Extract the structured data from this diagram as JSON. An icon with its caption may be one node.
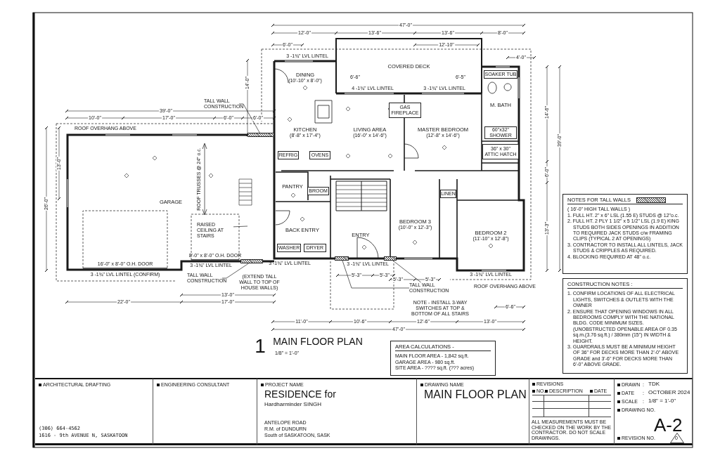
{
  "diagram": {
    "nodes": [
      {
        "text": [
          "DINING",
          "(10'-10\" x 8'-0\")"
        ]
      },
      {
        "text": [
          "COVERED DECK"
        ]
      },
      {
        "text": [
          "LIVING AREA",
          "(16'-0\" x 14'-6\")"
        ]
      },
      {
        "text": [
          "MASTER BEDROOM",
          "(12'-8\" x 14'-6\")"
        ]
      },
      {
        "text": [
          "M. BATH"
        ]
      },
      {
        "text": [
          "SOAKER TUB"
        ],
        "in": 4
      },
      {
        "text": [
          "60\"x32\" SHOWER"
        ],
        "in": 4
      },
      {
        "text": [
          "36\" x 30\" ATTIC HATCH"
        ]
      },
      {
        "text": [
          "GAS FIREPLACE"
        ]
      },
      {
        "text": [
          "KITCHEN",
          "(8'-8\" x 17'-4\")"
        ]
      },
      {
        "text": [
          "REFRIG"
        ],
        "in": 9
      },
      {
        "text": [
          "OVENS"
        ],
        "in": 9
      },
      {
        "text": [
          "GARAGE"
        ]
      },
      {
        "text": [
          "PANTRY"
        ]
      },
      {
        "text": [
          "BROOM"
        ]
      },
      {
        "text": [
          "BACK ENTRY"
        ]
      },
      {
        "text": [
          "WASHER"
        ],
        "in": 15
      },
      {
        "text": [
          "DRYER"
        ],
        "in": 15
      },
      {
        "text": [
          "ENTRY"
        ]
      },
      {
        "text": [
          "BEDROOM 3",
          "(10'-0\" x 12'-3\")"
        ]
      },
      {
        "text": [
          "LINEN"
        ]
      },
      {
        "text": [
          "BEDROOM 2",
          "(11'-10\" x 12'-8\")"
        ]
      },
      {
        "text": [
          "NOTES FOR TALL WALLS",
          "( 16'-0\" HIGH TALL WALLS )",
          "1. FULL HT. 2\" x 6\" LSL (1.55 E) STUDS @ 12\"o.c.",
          "2. FULL HT. 2 PLY 1 1/2\" x 5 1/2\" LSL (1.9 E) KING STUDS BOTH SIDES OPENINGS IN ADDITION TO REQUIRED JACK STUDS c/w FRAMING CLIPS (TYPICAL 2 AT OPENINGS)",
          "3. CONTRACTOR TO INSTALL ALL LINTELS, JACK STUDS & CRIPPLES AS REQUIRED.",
          "4. BLOCKING REQUIRED AT 48\" o.c."
        ]
      },
      {
        "text": [
          "CONSTRUCTION NOTES :",
          "1. CONFIRM LOCATIONS OF ALL ELECTRICAL LIGHTS, SWITCHES & OUTLETS WITH THE OWNER",
          "2. ENSURE THAT OPENING WINDOWS IN ALL BEDROOMS COMPLY WITH THE NATIONAL BLDG. CODE MINIMUM SIZES. (UNOBSTRUCTED OPENABLE AREA OF 0.35 sq.m.(3.76 sq.ft.) / 380mm (15\") IN WIDTH & HEIGHT.",
          "3. GUARDRAILS MUST BE A MINIMUM HEIGHT OF 36\" FOR DECKS MORE THAN 2'-0\" ABOVE GRADE and 3'-6\" FOR DECKS MORE THAN 6'-0\" ABOVE GRADE."
        ]
      },
      {
        "text": [
          "AREA CALCULATIONS -",
          "MAIN FLOOR AREA - 1,842 sq.ft.",
          "GARAGE AREA - 980 sq.ft.",
          "SITE AREA - ???? sq.ft. (??? acres)"
        ]
      },
      {
        "text": [
          "ARCHITECTURAL DRAFTING",
          "(306) 664-4562",
          "1616 - 9th AVENUE N, SASKATOON"
        ]
      },
      {
        "text": [
          "ENGINEERING CONSULTANT"
        ]
      },
      {
        "text": [
          "PROJECT NAME",
          "RESIDENCE for",
          "Hardharminder SINGH",
          "ANTELOPE ROAD",
          "R.M. of DUNDURN",
          "South of SASKATOON, SASK"
        ]
      },
      {
        "text": [
          "DRAWING NAME",
          "MAIN FLOOR PLAN"
        ]
      },
      {
        "text": [
          "REVISIONS",
          "NO.",
          "DESCRIPTION",
          "DATE",
          "ALL MEASUREMENTS MUST BE CHECKED ON THE WORK BY THE CONTRACTOR. DO NOT SCALE DRAWINGS."
        ]
      },
      {
        "text": [
          "DRAWN",
          ":",
          "TDK",
          "DATE",
          ":",
          "OCTOBER 2024",
          "SCALE",
          ":",
          "1/8\" = 1'-0\"",
          "DRAWING NO.",
          "A-2",
          "REVISION NO.",
          "0"
        ]
      },
      {
        "text": [
          "TALL WALL CONSTRUCTION"
        ]
      },
      {
        "text": [
          "RAISED CEILING AT STAIRS"
        ]
      },
      {
        "text": [
          "TALL WALL CONSTRUCTION"
        ]
      },
      {
        "text": [
          "TALL WALL CONSTRUCTION"
        ]
      },
      {
        "text": [],
        "shape": "bar"
      },
      {
        "text": [],
        "shape": "bar"
      },
      {
        "text": [],
        "shape": "bar"
      },
      {
        "text": [],
        "shape": "bar"
      }
    ],
    "edges": [
      {
        "from": 31,
        "to": 35,
        "arrow": "none"
      },
      {
        "from": 32,
        "to": null,
        "arrow": "none"
      },
      {
        "from": 33,
        "to": 36,
        "arrow": "none"
      },
      {
        "from": 34,
        "to": 37,
        "arrow": "none"
      },
      {
        "from": 34,
        "to": 38,
        "arrow": "none"
      }
    ],
    "labels": [
      "47'-0\"",
      "12'-0\"",
      "13'-6\"",
      "13'-6\"",
      "8'-0\"",
      "6'-0\"",
      "12'-10\"",
      "3 -1¾\" LVL LINTEL",
      "4 -1¾\" LVL LINTEL",
      "3 -1¾\" LVL LINTEL",
      "6'-6\"",
      "6'-5\"",
      "4'-0\"",
      "ROOF OVERHANG ABOVE",
      "39'-0\"",
      "10'-0\"",
      "17'-0\"",
      "6'-0\"",
      "6'-0\"",
      "14'-0\"",
      "13'-0\"",
      "26'-0\"",
      "ROOF TRUSSES @ 24\" o.c.",
      "16'-0\" x 8'-0\" O.H. DOOR",
      "3 -1¾\" LVL LINTEL (CONFIRM)",
      "8'-0\" x 8'-0\" O.H. DOOR",
      "3 -1¾\" LVL LINTEL",
      "(EXTEND TALL WALL TO TOP OF HOUSE WALLS)",
      "13'-0\"",
      "22'-0\"",
      "17'-0\"",
      "3 -1¾\" LVL LINTEL",
      "3 -1¾\" LVL LINTEL",
      "5'-3\"",
      "5'-3\"",
      "5'-3\"",
      "5'-3\"",
      "NOTE - INSTALL 3-WAY SWITCHES AT TOP & BOTTOM OF ALL STAIRS",
      "3 -1¾\" LVL LINTEL",
      "ROOF OVERHANG ABOVE",
      "6'-6\"",
      "11'-0\"",
      "10'-6\"",
      "12'-6\"",
      "13'-0\"",
      "47'-0\"",
      "14'-6\"",
      "6'-0\"",
      "39'-0\"",
      "13'-3\"",
      "1",
      "MAIN FLOOR PLAN",
      "1/8\" = 1'-0\""
    ]
  }
}
